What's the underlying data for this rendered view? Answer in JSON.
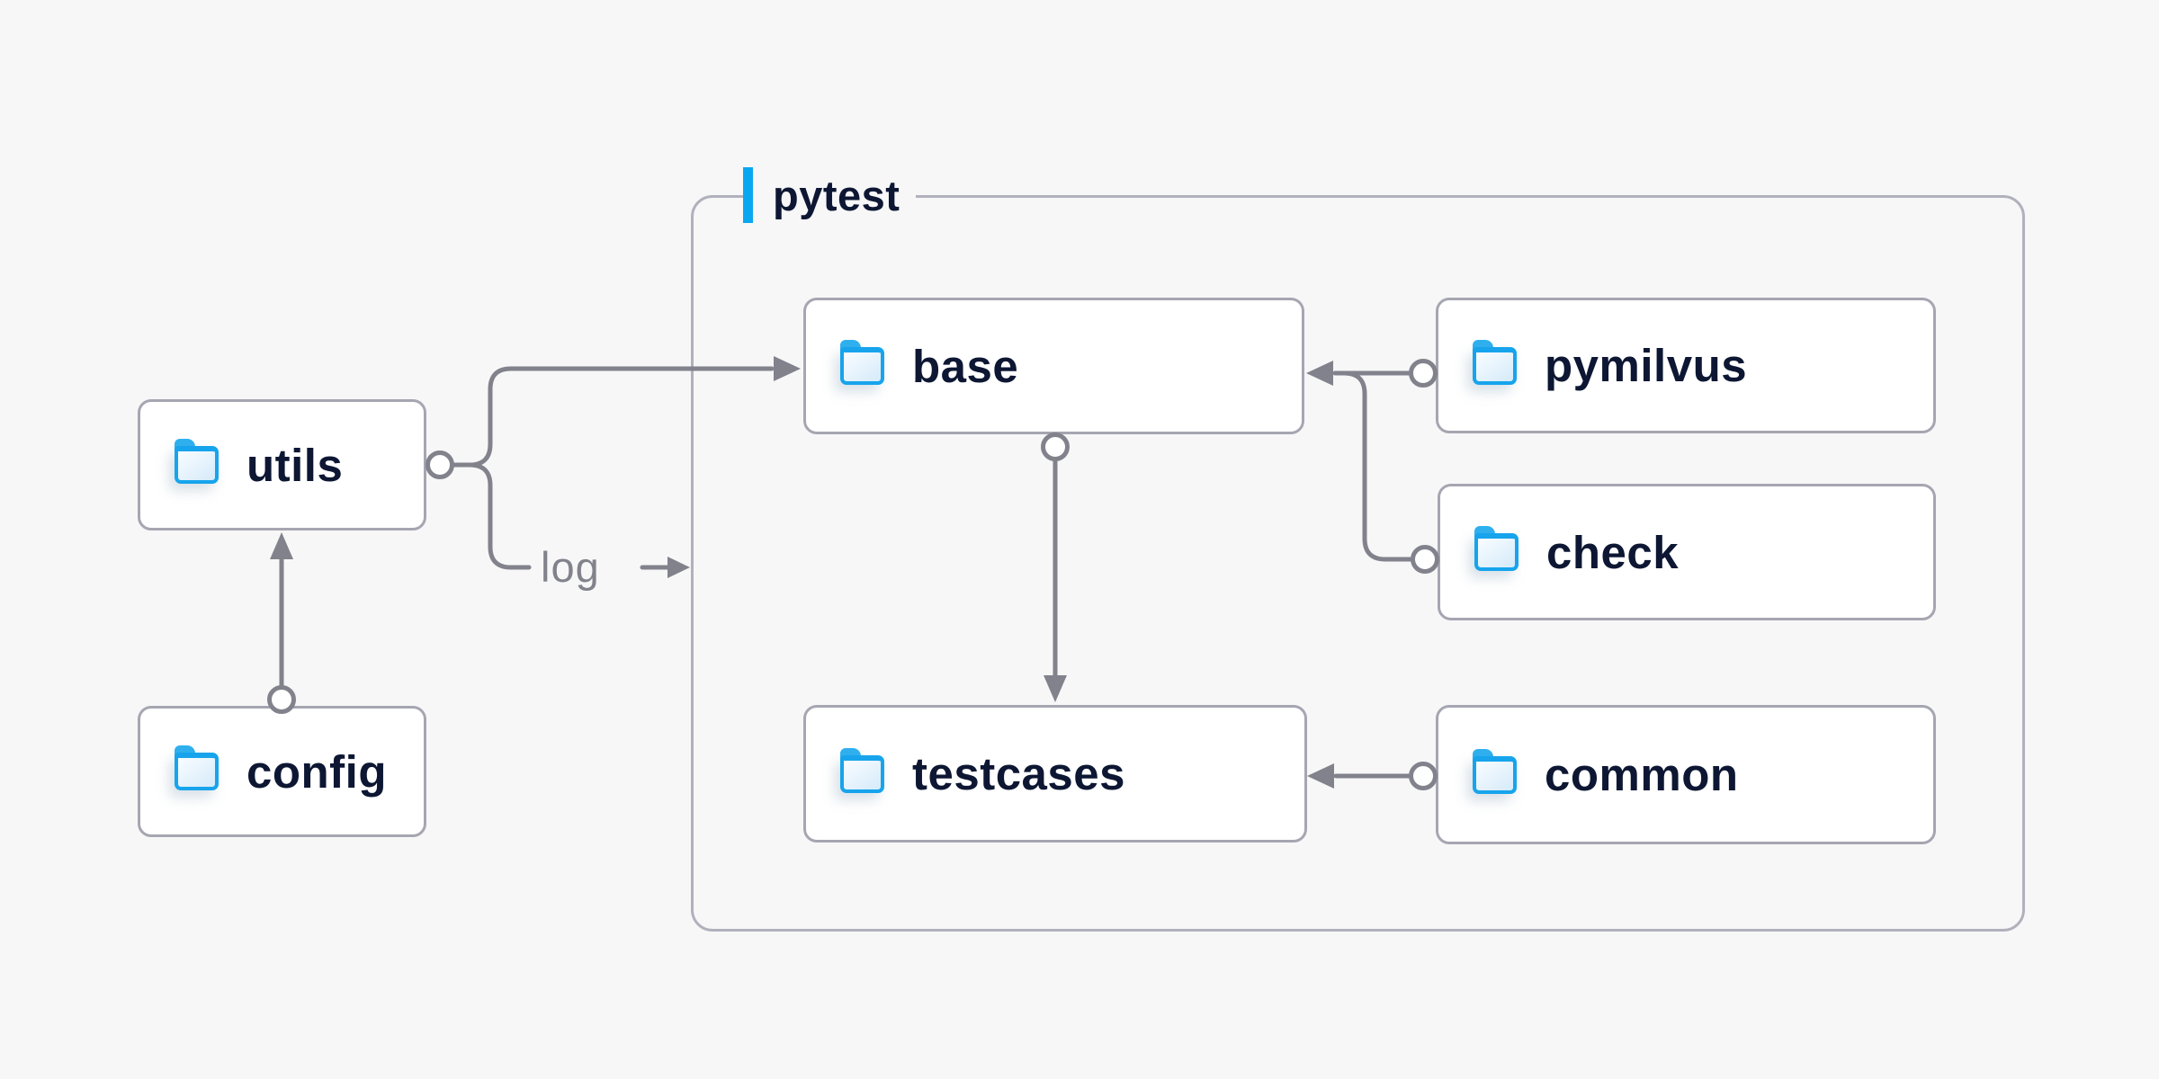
{
  "diagram": {
    "title_group": {
      "label": "pytest"
    },
    "nodes": {
      "utils": {
        "label": "utils"
      },
      "config": {
        "label": "config"
      },
      "base": {
        "label": "base"
      },
      "pymilvus": {
        "label": "pymilvus"
      },
      "check": {
        "label": "check"
      },
      "testcases": {
        "label": "testcases"
      },
      "common": {
        "label": "common"
      }
    },
    "edge_label": {
      "log": "log"
    },
    "edges": [
      {
        "from": "config",
        "to": "utils",
        "style": "circle-to-arrow"
      },
      {
        "from": "utils",
        "to": "base",
        "style": "circle-to-arrow"
      },
      {
        "from": "utils",
        "to": "log",
        "style": "circle-to-label-arrow",
        "label": "log"
      },
      {
        "from": "pymilvus",
        "to": "base",
        "style": "circle-to-arrow"
      },
      {
        "from": "check",
        "to": "base",
        "style": "circle-merge-arrow"
      },
      {
        "from": "base",
        "to": "testcases",
        "style": "circle-to-arrow"
      },
      {
        "from": "common",
        "to": "testcases",
        "style": "circle-to-arrow"
      }
    ],
    "colors": {
      "background": "#f7f7f8",
      "node_fill": "#ffffff",
      "node_border": "#a6a6b2",
      "group_border": "#b1b1bd",
      "text": "#0d1733",
      "wire": "#82828c",
      "accent_blue": "#09a7ef",
      "folder_blue": "#17a4ec",
      "folder_fill": "#e6f3fc"
    }
  }
}
